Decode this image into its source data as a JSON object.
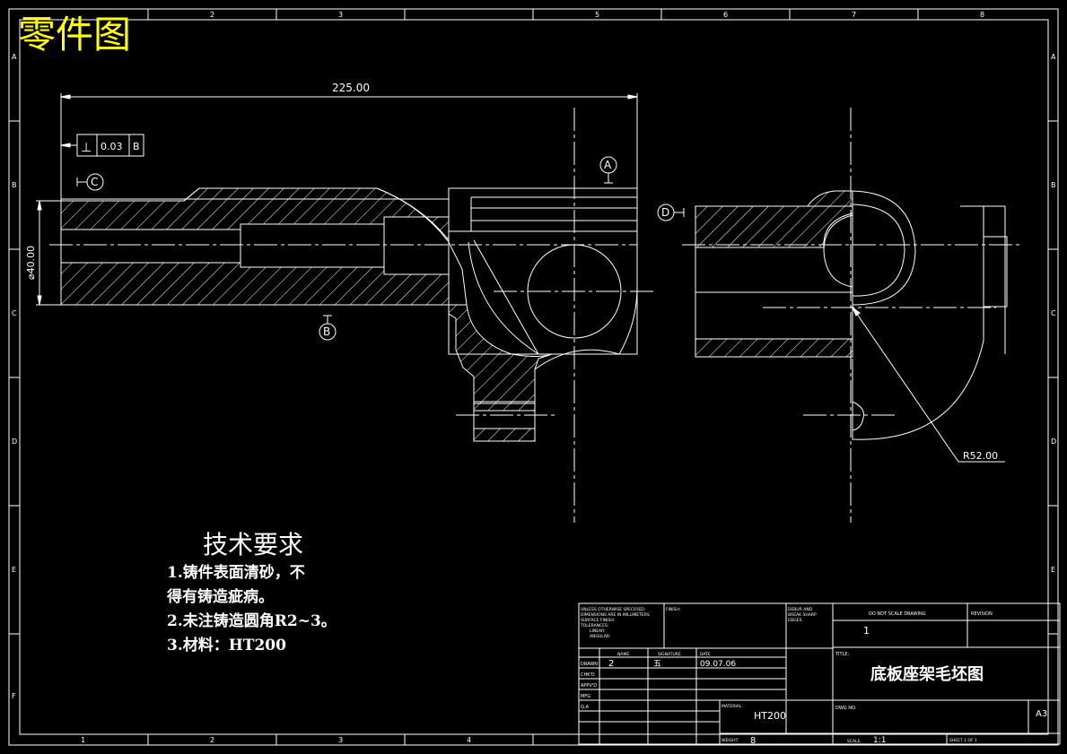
{
  "page_title": "零件图",
  "border": {
    "top_labels": [
      "2",
      "3",
      "5",
      "6",
      "7",
      "8"
    ],
    "bottom_labels": [
      "1",
      "2",
      "3",
      "4"
    ],
    "left_labels": [
      "A",
      "B",
      "C",
      "D",
      "E",
      "F"
    ],
    "right_labels": [
      "A",
      "B",
      "C",
      "D",
      "E"
    ]
  },
  "dimensions": {
    "length": "225.00",
    "diameter": "⌀40.00",
    "radius": "R52.00"
  },
  "gdt": {
    "symbol": "⊥",
    "tolerance": "0.03",
    "datum": "B"
  },
  "datums": {
    "a": "A",
    "b": "B",
    "c": "C",
    "d": "D"
  },
  "notes": {
    "heading": "技术要求",
    "items": [
      "1.铸件表面清砂，不",
      "得有铸造疵病。",
      "2.未注铸造圆角R2~3。",
      "3.材料：HT200"
    ]
  },
  "title_block": {
    "tolerance_text": [
      "UNLESS OTHERWISE SPECIFIED:",
      "DIMENSIONS ARE IN MILLIMETERS",
      "SURFACE FINISH:",
      "TOLERANCES:",
      "LINEAR:",
      "ANGULAR:"
    ],
    "finish_label": "FINISH:",
    "deburr_text": [
      "DEBUR AND",
      "BREAK SHARP",
      "EDGES"
    ],
    "do_not_scale": "DO NOT SCALE DRAWING",
    "revision_label": "REVISION",
    "revision_value": "1",
    "col_name": "NAME",
    "col_signature": "SIGNATURE",
    "col_date": "DATE",
    "rows": [
      "DRAWN",
      "CHK'D",
      "APPV'D",
      "MFG",
      "Q.A"
    ],
    "drawn_name": "2",
    "drawn_signature": "五",
    "drawn_date": "09.07.06",
    "title_label": "TITLE:",
    "title_value": "底板座架毛坯图",
    "material_label": "MATERIAL:",
    "material_value": "HT200",
    "dwg_no_label": "DWG NO.",
    "size": "A3",
    "weight_label": "WEIGHT:",
    "weight_value": "8",
    "scale_label": "SCALE:",
    "scale_value": "1:1",
    "sheet_label": "SHEET 1 OF 1"
  },
  "colors": {
    "line": "#ffffff",
    "accent": "#ffff00",
    "background": "#000000"
  }
}
